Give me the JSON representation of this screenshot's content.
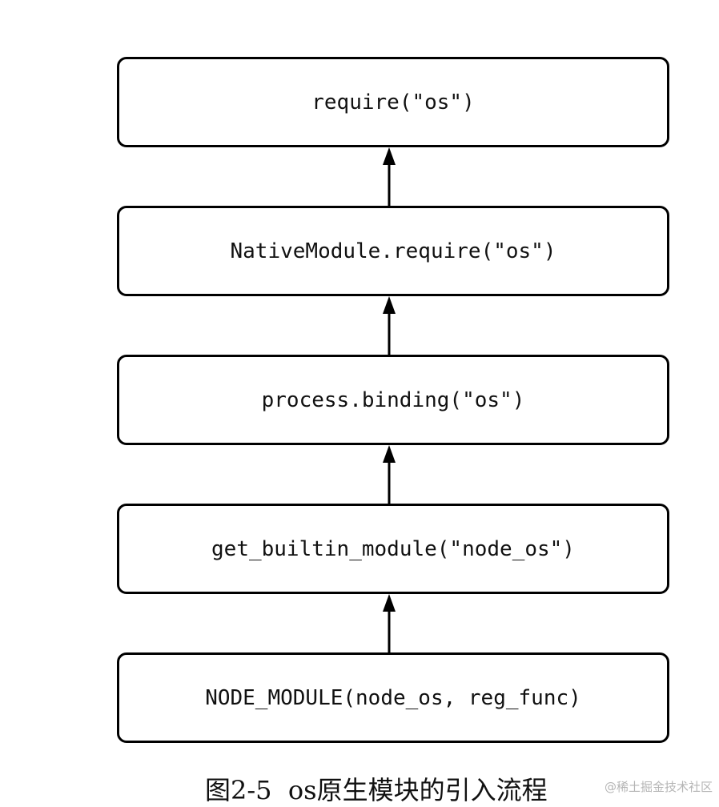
{
  "diagram": {
    "boxes": [
      {
        "label": "require(\"os\")"
      },
      {
        "label": "NativeModule.require(\"os\")"
      },
      {
        "label": "process.binding(\"os\")"
      },
      {
        "label": "get_builtin_module(\"node_os\")"
      },
      {
        "label": "NODE_MODULE(node_os, reg_func)"
      }
    ],
    "arrow_direction": "up"
  },
  "caption": "图2-5  os原生模块的引入流程",
  "watermark": "@稀土掘金技术社区",
  "colors": {
    "stroke": "#000000",
    "background": "#ffffff",
    "watermark": "#b5b5b5"
  }
}
